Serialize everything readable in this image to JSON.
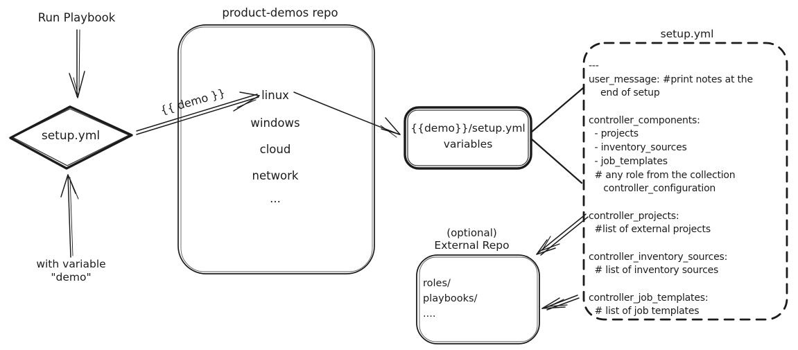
{
  "ink_color": "#1b1b1b",
  "run_playbook": {
    "label": "Run Playbook"
  },
  "decision": {
    "label": "setup.yml"
  },
  "with_variable": {
    "line1": "with variable",
    "line2": "\"demo\""
  },
  "demo_arrow": {
    "label": "{{ demo }}"
  },
  "repo": {
    "title": "product-demos repo",
    "items": [
      "linux",
      "windows",
      "cloud",
      "network",
      "..."
    ]
  },
  "variables_box": {
    "line1": "{{demo}}/setup.yml",
    "line2": "variables"
  },
  "setup_file": {
    "title": "setup.yml",
    "content": "---\nuser_message: #print notes at the\n    end of setup\n\ncontroller_components:\n  - projects\n  - inventory_sources\n  - job_templates\n  # any role from the collection\n     controller_configuration\n\ncontroller_projects:\n  #list of external projects\n\ncontroller_inventory_sources:\n  # list of inventory sources\n\ncontroller_job_templates:\n  # list of job templates"
  },
  "external_repo": {
    "optional": "(optional)",
    "title": "External Repo",
    "content": "roles/\nplaybooks/\n...."
  }
}
